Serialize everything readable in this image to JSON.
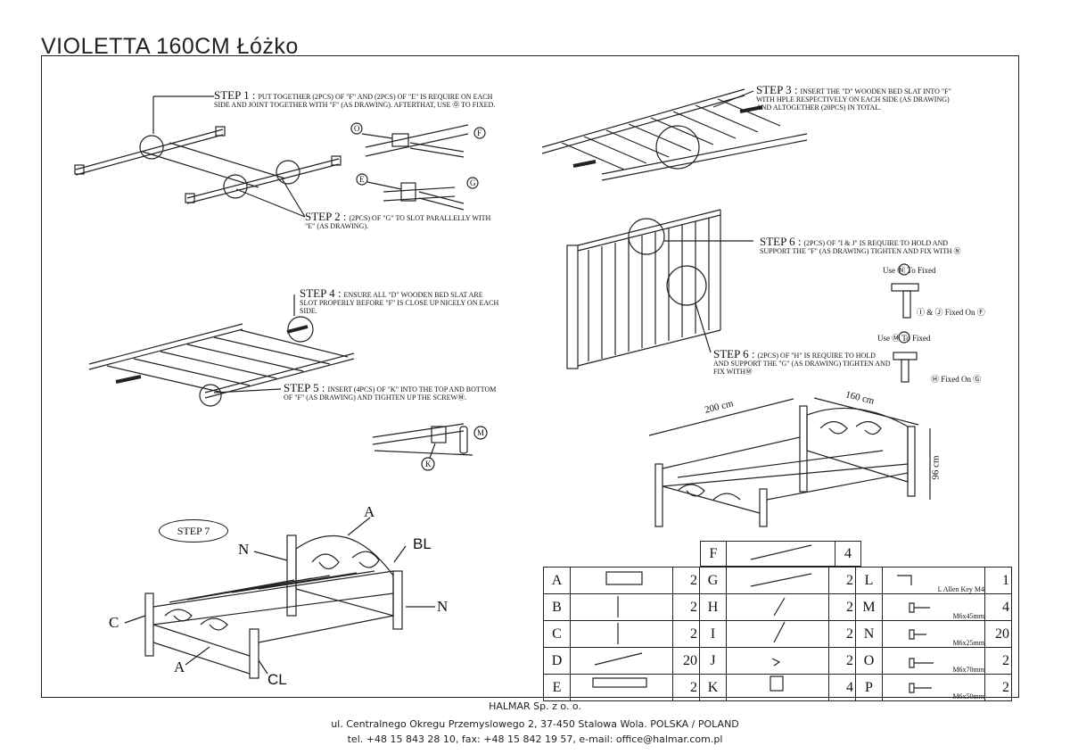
{
  "title": "VIOLETTA 160CM  Łóżko",
  "steps": {
    "s1": {
      "label": "STEP 1 :",
      "text": "PUT TOGETHER (2pcs) OF \"F\" AND (2pcs) OF \"E\" IS REQUIRE ON EACH SIDE AND JOINT TOGETHER WITH \"F\" (AS DRAWING). AFTERTHAT, USE Ⓞ TO FIXED."
    },
    "s2": {
      "label": "STEP 2 :",
      "text": "(2pcs) OF \"G\" TO SLOT PARALLELLY WITH \"E\" (AS DRAWING)."
    },
    "s3": {
      "label": "STEP 3 :",
      "text": "INSERT THE \"D\" WOODEN BED SLAT INTO \"F\" WITH HPLE RESPECTIVELY ON EACH SIDE (AS DRAWING) AND ALTOGETHER (20PCS) IN TOTAL."
    },
    "s4": {
      "label": "STEP 4 :",
      "text": "ENSURE ALL \"D\" WOODEN BED SLAT ARE SLOT PROPERLY BEFORE \"F\" IS CLOSE UP NICELY ON EACH SIDE."
    },
    "s5": {
      "label": "STEP 5 :",
      "text": "INSERT (4pcs) OF \"K\" INTO THE TOP AND BOTTOM OF \"F\" (AS DRAWING) AND TIGHTEN UP THE SCREWⓂ."
    },
    "s6a": {
      "label": "STEP 6 :",
      "text": "(2pcs) OF \"I & J\" IS REQUIRE TO HOLD AND SUPPORT THE \"F\" (AS DRAWING) TIGHTEN AND FIX WITH Ⓝ"
    },
    "s6b": {
      "label": "STEP 6 :",
      "text": "(2pcs) OF \"H\" IS REQUIRE TO HOLD AND SUPPORT THE \"G\" (AS DRAWING) TIGHTEN AND FIX WITHⓂ"
    },
    "s7": "STEP 7"
  },
  "callouts": {
    "o": "O",
    "f": "F",
    "e": "E",
    "g": "G",
    "m": "M",
    "k": "K",
    "use_n": "Use Ⓝ To Fixed",
    "ij_fixed": "Ⓘ & Ⓙ Fixed On Ⓕ",
    "use_m": "Use Ⓜ To Fixed",
    "h_fixed": "Ⓗ Fixed On Ⓖ"
  },
  "dimensions": {
    "length": "200 cm",
    "width": "160 cm",
    "height": "96 cm"
  },
  "step7_labels": {
    "a1": "A",
    "a2": "A",
    "n1": "N",
    "n2": "N",
    "c": "C",
    "bl": "BL",
    "cl": "CL"
  },
  "parts_top": {
    "key": "F",
    "qty": "4"
  },
  "parts": [
    {
      "k1": "A",
      "q1": "2",
      "k2": "G",
      "q2": "2",
      "k3": "L",
      "d3": "L Allen Key M4",
      "q3": "1"
    },
    {
      "k1": "B",
      "q1": "2",
      "k2": "H",
      "q2": "2",
      "k3": "M",
      "d3": "M6x45mm",
      "q3": "4"
    },
    {
      "k1": "C",
      "q1": "2",
      "k2": "I",
      "q2": "2",
      "k3": "N",
      "d3": "M6x25mm",
      "q3": "20"
    },
    {
      "k1": "D",
      "q1": "20",
      "k2": "J",
      "q2": "2",
      "k3": "O",
      "d3": "M6x70mm",
      "q3": "2"
    },
    {
      "k1": "E",
      "q1": "2",
      "k2": "K",
      "q2": "4",
      "k3": "P",
      "d3": "M6x50mm",
      "q3": "2"
    }
  ],
  "footer": {
    "company": "HALMAR Sp. z o. o.",
    "address": "ul. Centralnego Okregu Przemyslowego 2, 37-450 Stalowa Wola. POLSKA / POLAND",
    "contact": "tel. +48 15 843 28 10, fax: +48 15 842 19 57, e-mail: office@halmar.com.pl"
  }
}
